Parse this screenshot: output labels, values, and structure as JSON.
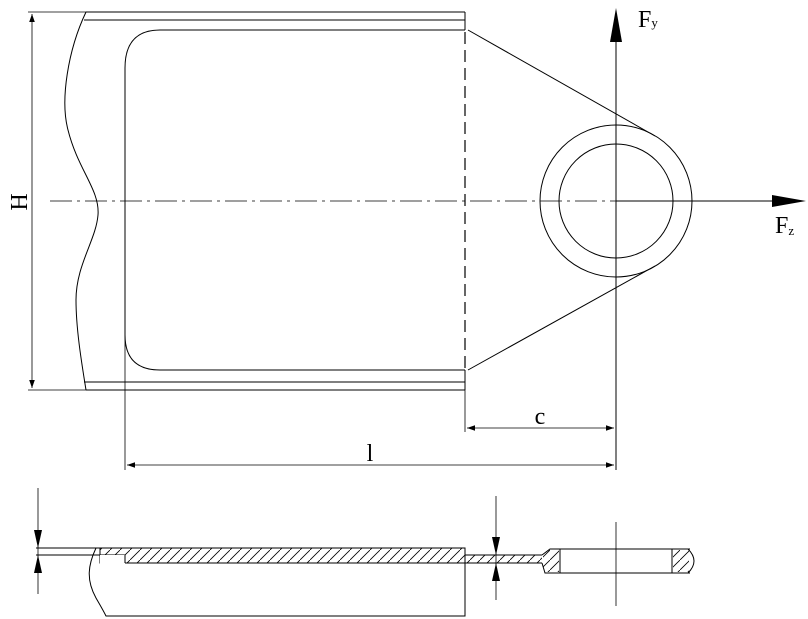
{
  "labels": {
    "height": "H",
    "length": "l",
    "offset": "c",
    "force_y_main": "F",
    "force_y_sub": "y",
    "force_z_main": "F",
    "force_z_sub": "z"
  }
}
